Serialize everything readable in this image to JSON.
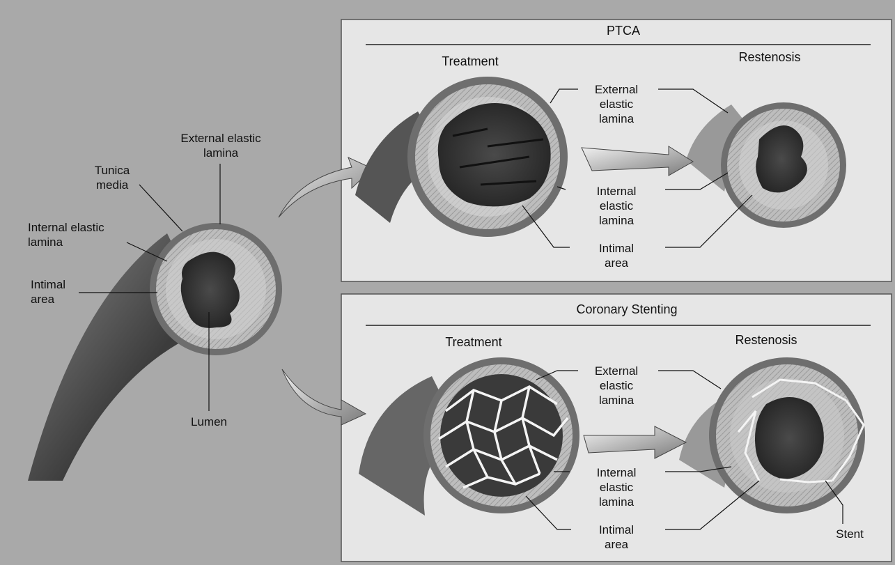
{
  "main_vessel": {
    "external_elastic_lamina": "External elastic\nlamina",
    "tunica_media": "Tunica\nmedia",
    "internal_elastic_lamina": "Internal elastic\nlamina",
    "intimal_area": "Intimal\narea",
    "lumen": "Lumen"
  },
  "ptca_panel": {
    "title": "PTCA",
    "treatment": "Treatment",
    "restenosis": "Restenosis",
    "external_elastic_lamina": "External\nelastic\nlamina",
    "internal_elastic_lamina": "Internal\nelastic\nlamina",
    "intimal_area": "Intimal\narea"
  },
  "stent_panel": {
    "title": "Coronary Stenting",
    "treatment": "Treatment",
    "restenosis": "Restenosis",
    "external_elastic_lamina": "External\nelastic\nlamina",
    "internal_elastic_lamina": "Internal\nelastic\nlamina",
    "intimal_area": "Intimal\narea",
    "stent": "Stent"
  },
  "colors": {
    "background": "#a9a9a9",
    "panel": "#e6e6e6",
    "vessel_wall": "#6e6e6e",
    "media": "#b8b8b8",
    "lumen": "#3a3a3a"
  }
}
